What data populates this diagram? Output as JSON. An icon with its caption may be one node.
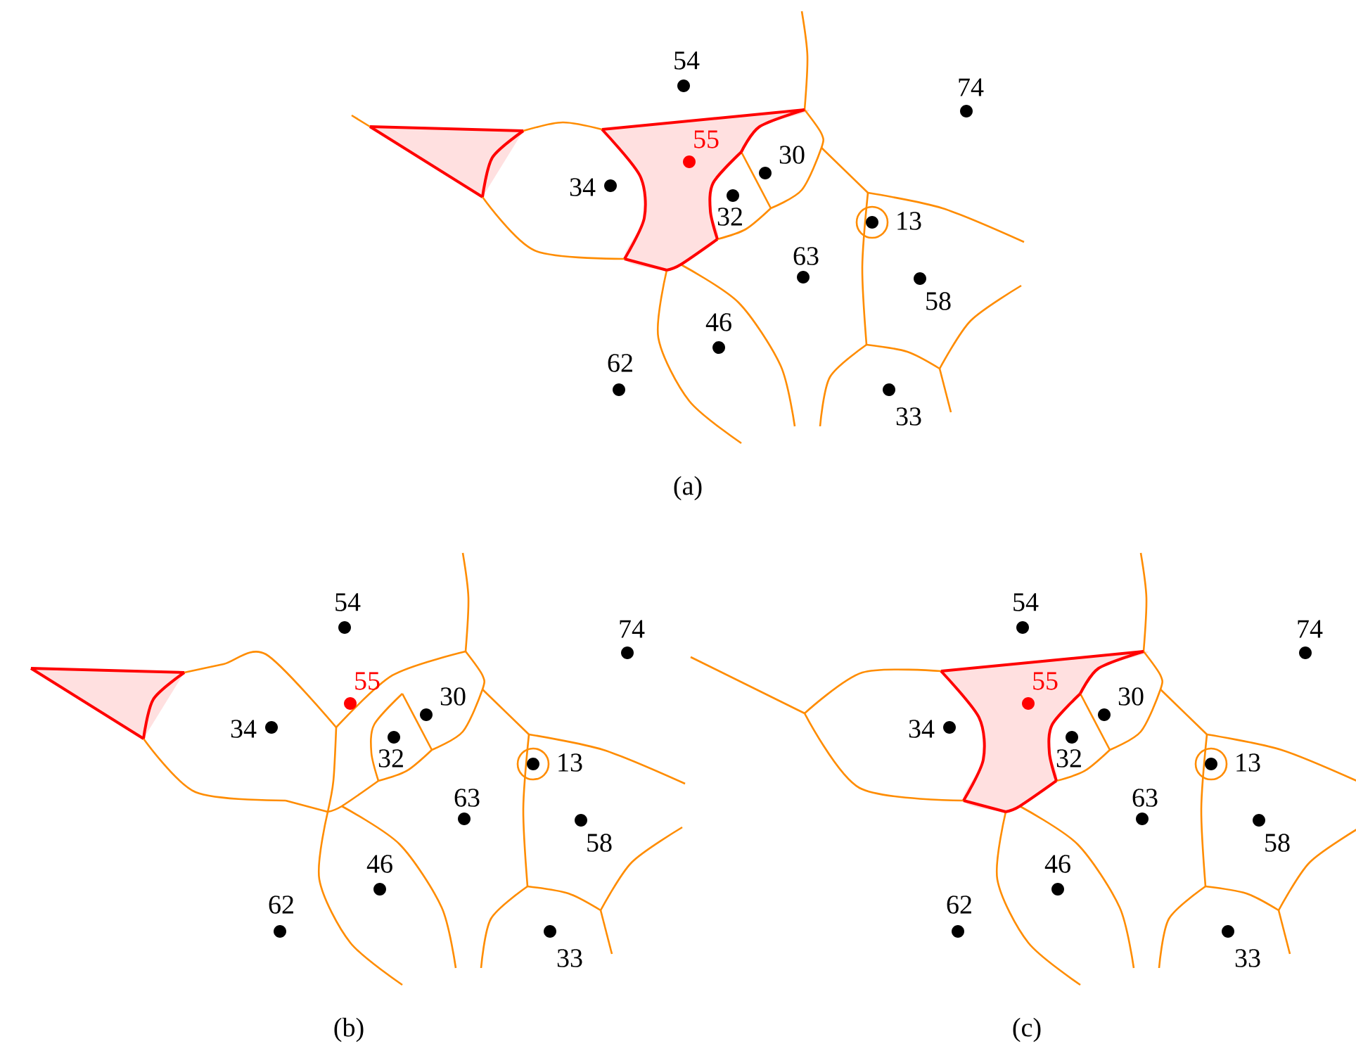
{
  "diagram": {
    "labels": [
      "54",
      "74",
      "55",
      "30",
      "34",
      "32",
      "13",
      "63",
      "58",
      "46",
      "62",
      "33",
      "(a)",
      "54",
      "74",
      "55",
      "30",
      "34",
      "32",
      "13",
      "63",
      "58",
      "46",
      "62",
      "33",
      "(b)",
      "54",
      "74",
      "55",
      "30",
      "34",
      "32",
      "13",
      "63",
      "58",
      "46",
      "62",
      "33",
      "(c)"
    ]
  }
}
